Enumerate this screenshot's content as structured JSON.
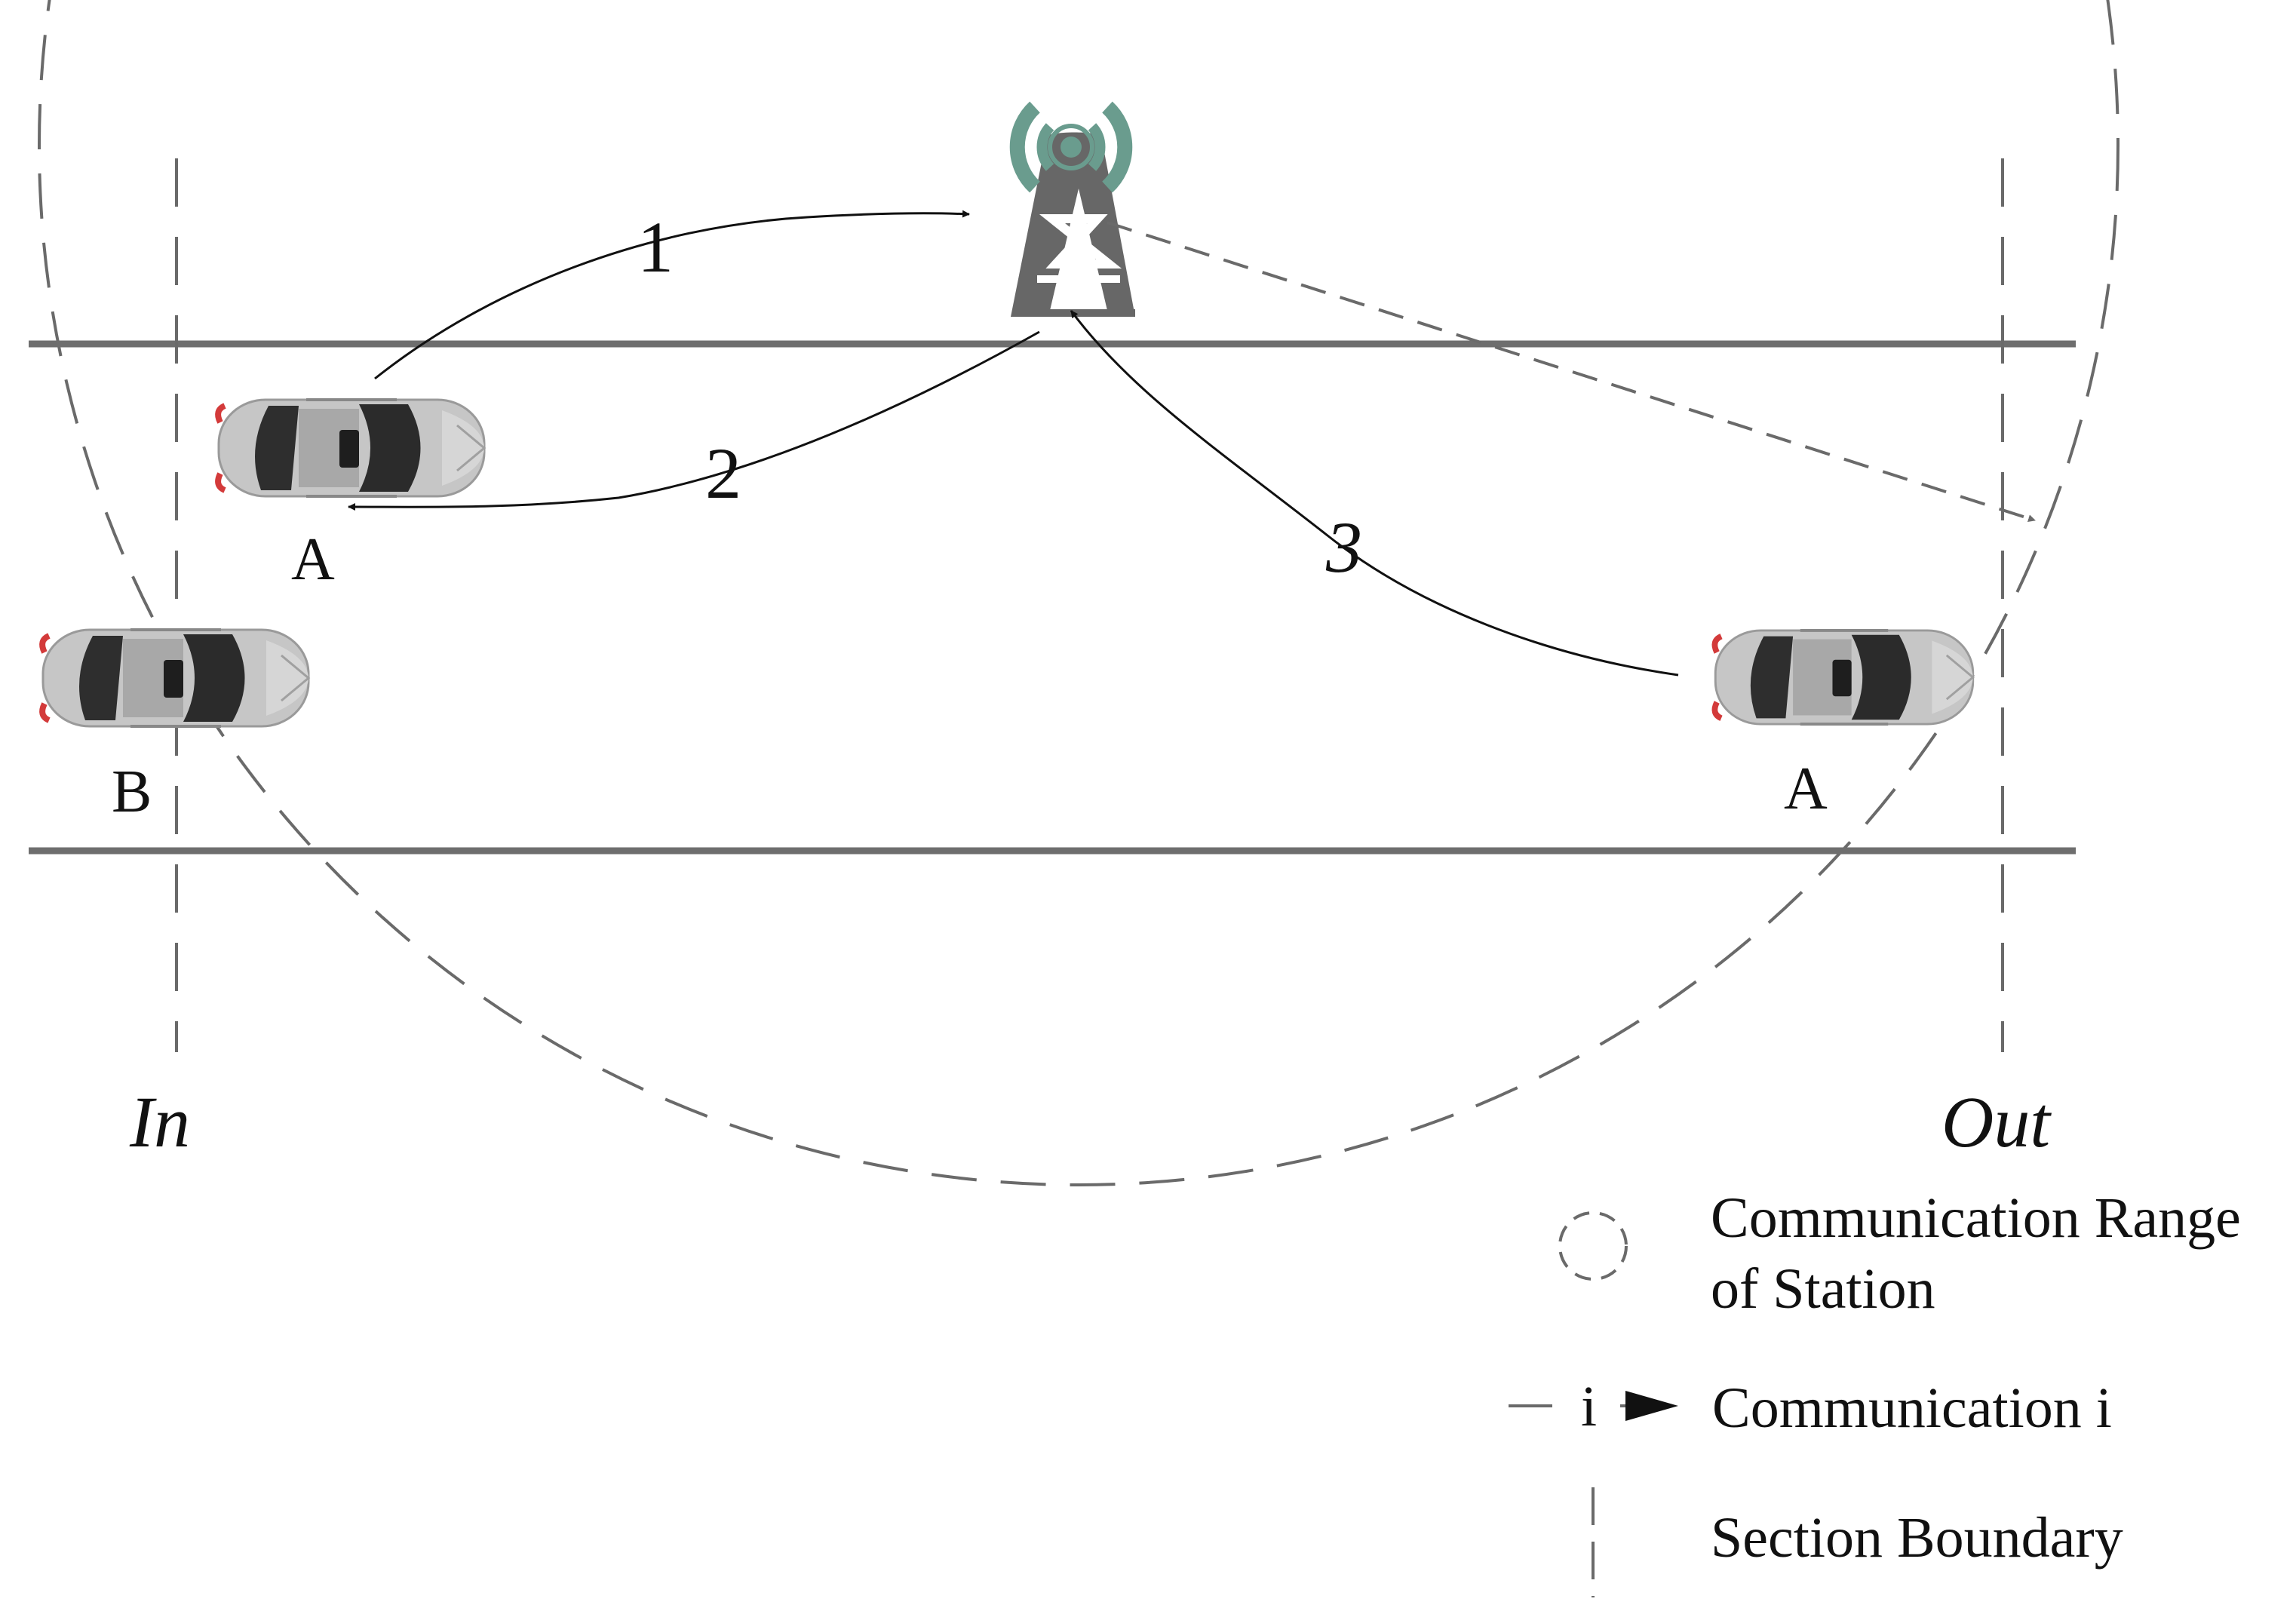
{
  "labels": {
    "comm_1": "1",
    "comm_2": "2",
    "comm_3": "3",
    "vehicle_a_left": "A",
    "vehicle_a_right": "A",
    "vehicle_b": "B",
    "in_boundary": "In",
    "out_boundary": "Out"
  },
  "legend": {
    "range_line1": "Communication Range",
    "range_line2": "of Station",
    "comm_symbol": "i",
    "comm_label": "Communication i",
    "boundary_label": "Section Boundary"
  },
  "colors": {
    "road": "#6e6e6e",
    "dashed": "#6a6a6a",
    "tower": "#666666",
    "signal": "#6a9c8e",
    "car_body": "#c4c4c4",
    "car_glass": "#2b2b2b",
    "tail_light": "#d33a3a",
    "arrow": "#111111"
  }
}
